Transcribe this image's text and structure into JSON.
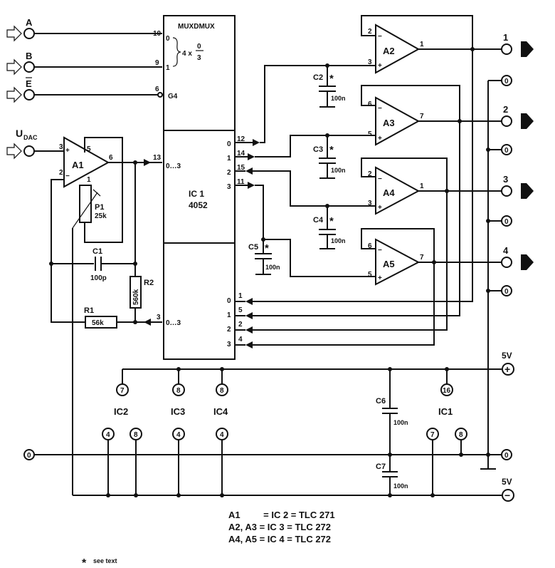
{
  "inputs": {
    "a": "A",
    "b": "B",
    "e": "E",
    "udac_main": "U",
    "udac_sub": "DAC"
  },
  "mux": {
    "title": "MUXDMUX",
    "ref": "IC 1",
    "part": "4052",
    "sel_4x_a": "4 x",
    "sel_frac_top": "0",
    "sel_frac_bot": "3",
    "sel_0": "0",
    "sel_1": "1",
    "g4": "G4",
    "in_0_3": "0…3",
    "ch": [
      "0",
      "1",
      "2",
      "3"
    ],
    "pins_left": [
      "10",
      "9",
      "6",
      "13",
      "3"
    ],
    "pins_right_top": [
      "12",
      "14",
      "15",
      "11"
    ],
    "pins_right_bot": [
      "1",
      "5",
      "2",
      "4"
    ]
  },
  "opamps": {
    "a1": "A1",
    "a2": "A2",
    "a3": "A3",
    "a4": "A4",
    "a5": "A5",
    "a1_pins": [
      "3",
      "2",
      "5",
      "6",
      "1"
    ],
    "a2_pins": [
      "2",
      "3",
      "1"
    ],
    "a3_pins": [
      "6",
      "5",
      "7"
    ],
    "a4_pins": [
      "2",
      "3",
      "1"
    ],
    "a5_pins": [
      "6",
      "5",
      "7"
    ],
    "minus": "−",
    "plus": "+"
  },
  "components": {
    "p1": "P1",
    "p1_val": "25k",
    "c1": "C1",
    "c1_val": "100p",
    "r1": "R1",
    "r1_val": "56k",
    "r2": "R2",
    "r2_val": "560k",
    "c2": "C2",
    "c3": "C3",
    "c4": "C4",
    "c5": "C5",
    "c6": "C6",
    "c7": "C7",
    "cap_val": "100n",
    "star": "*"
  },
  "outputs": {
    "o1": "1",
    "o2": "2",
    "o3": "3",
    "o4": "4",
    "gnd": "0"
  },
  "power": {
    "plus_label": "5V",
    "minus_label": "5V",
    "plus_sym": "+",
    "minus_sym": "−",
    "ic_labels": [
      "IC2",
      "IC3",
      "IC4",
      "IC1"
    ],
    "vcc_pins": [
      "7",
      "8",
      "8",
      "16"
    ],
    "gnd_pins": [
      "4",
      "8",
      "4",
      "4",
      "7",
      "8"
    ]
  },
  "legend": {
    "line1": "A1         = IC 2 = TLC 271",
    "line2": "A2, A3 = IC 3 = TLC 272",
    "line3": "A4, A5 = IC 4 = TLC 272",
    "note": "see text",
    "note_sym": "*"
  }
}
